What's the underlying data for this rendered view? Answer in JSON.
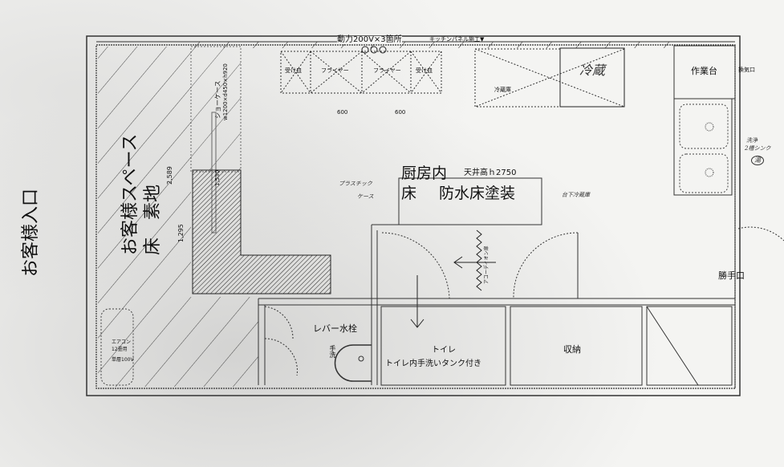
{
  "entrance_label": "お客様入口",
  "customer_space": {
    "line1": "お客様スペース",
    "line2": "床　素地",
    "dim_a": "2,589",
    "dim_b": "1,295"
  },
  "top_wall": {
    "power_note": "動力200V×3箇所",
    "panel_note": "キッチンパネル施工▼"
  },
  "equipment": {
    "tray_left": "受け皿",
    "fryer_1": "フライヤー",
    "fryer_2": "フライヤー",
    "tray_right": "受け皿",
    "fridge_printed": "冷蔵庫",
    "fridge_handwritten": "冷蔵",
    "dim_1": "600",
    "dim_2": "600",
    "workbench": "作業台",
    "vent": "換気口",
    "sink_note_1": "洗浄",
    "sink_note_2": "2槽シンク",
    "sink_note_3": "湯"
  },
  "showcase": {
    "label": "ショーケース",
    "size": "w1200×d450×h920",
    "dim": "1,530"
  },
  "kitchen": {
    "title": "厨房内",
    "ceiling": "天井高ｈ2750",
    "floor_label": "床",
    "floor_value": "防水床塗装",
    "note_left_1": "プラスチック",
    "note_left_2": "ケース",
    "note_right": "台下冷蔵庫"
  },
  "accordion_door": "アコーディオン扉",
  "back_door": "勝手口",
  "lower": {
    "faucet": "レバー水栓",
    "hand_wash": "手洗",
    "toilet": "トイレ",
    "toilet_note": "トイレ内手洗いタンク付き",
    "storage": "収納"
  },
  "aircon": {
    "line1": "エアコン",
    "line2": "12畳用",
    "line3": "単層100V"
  }
}
